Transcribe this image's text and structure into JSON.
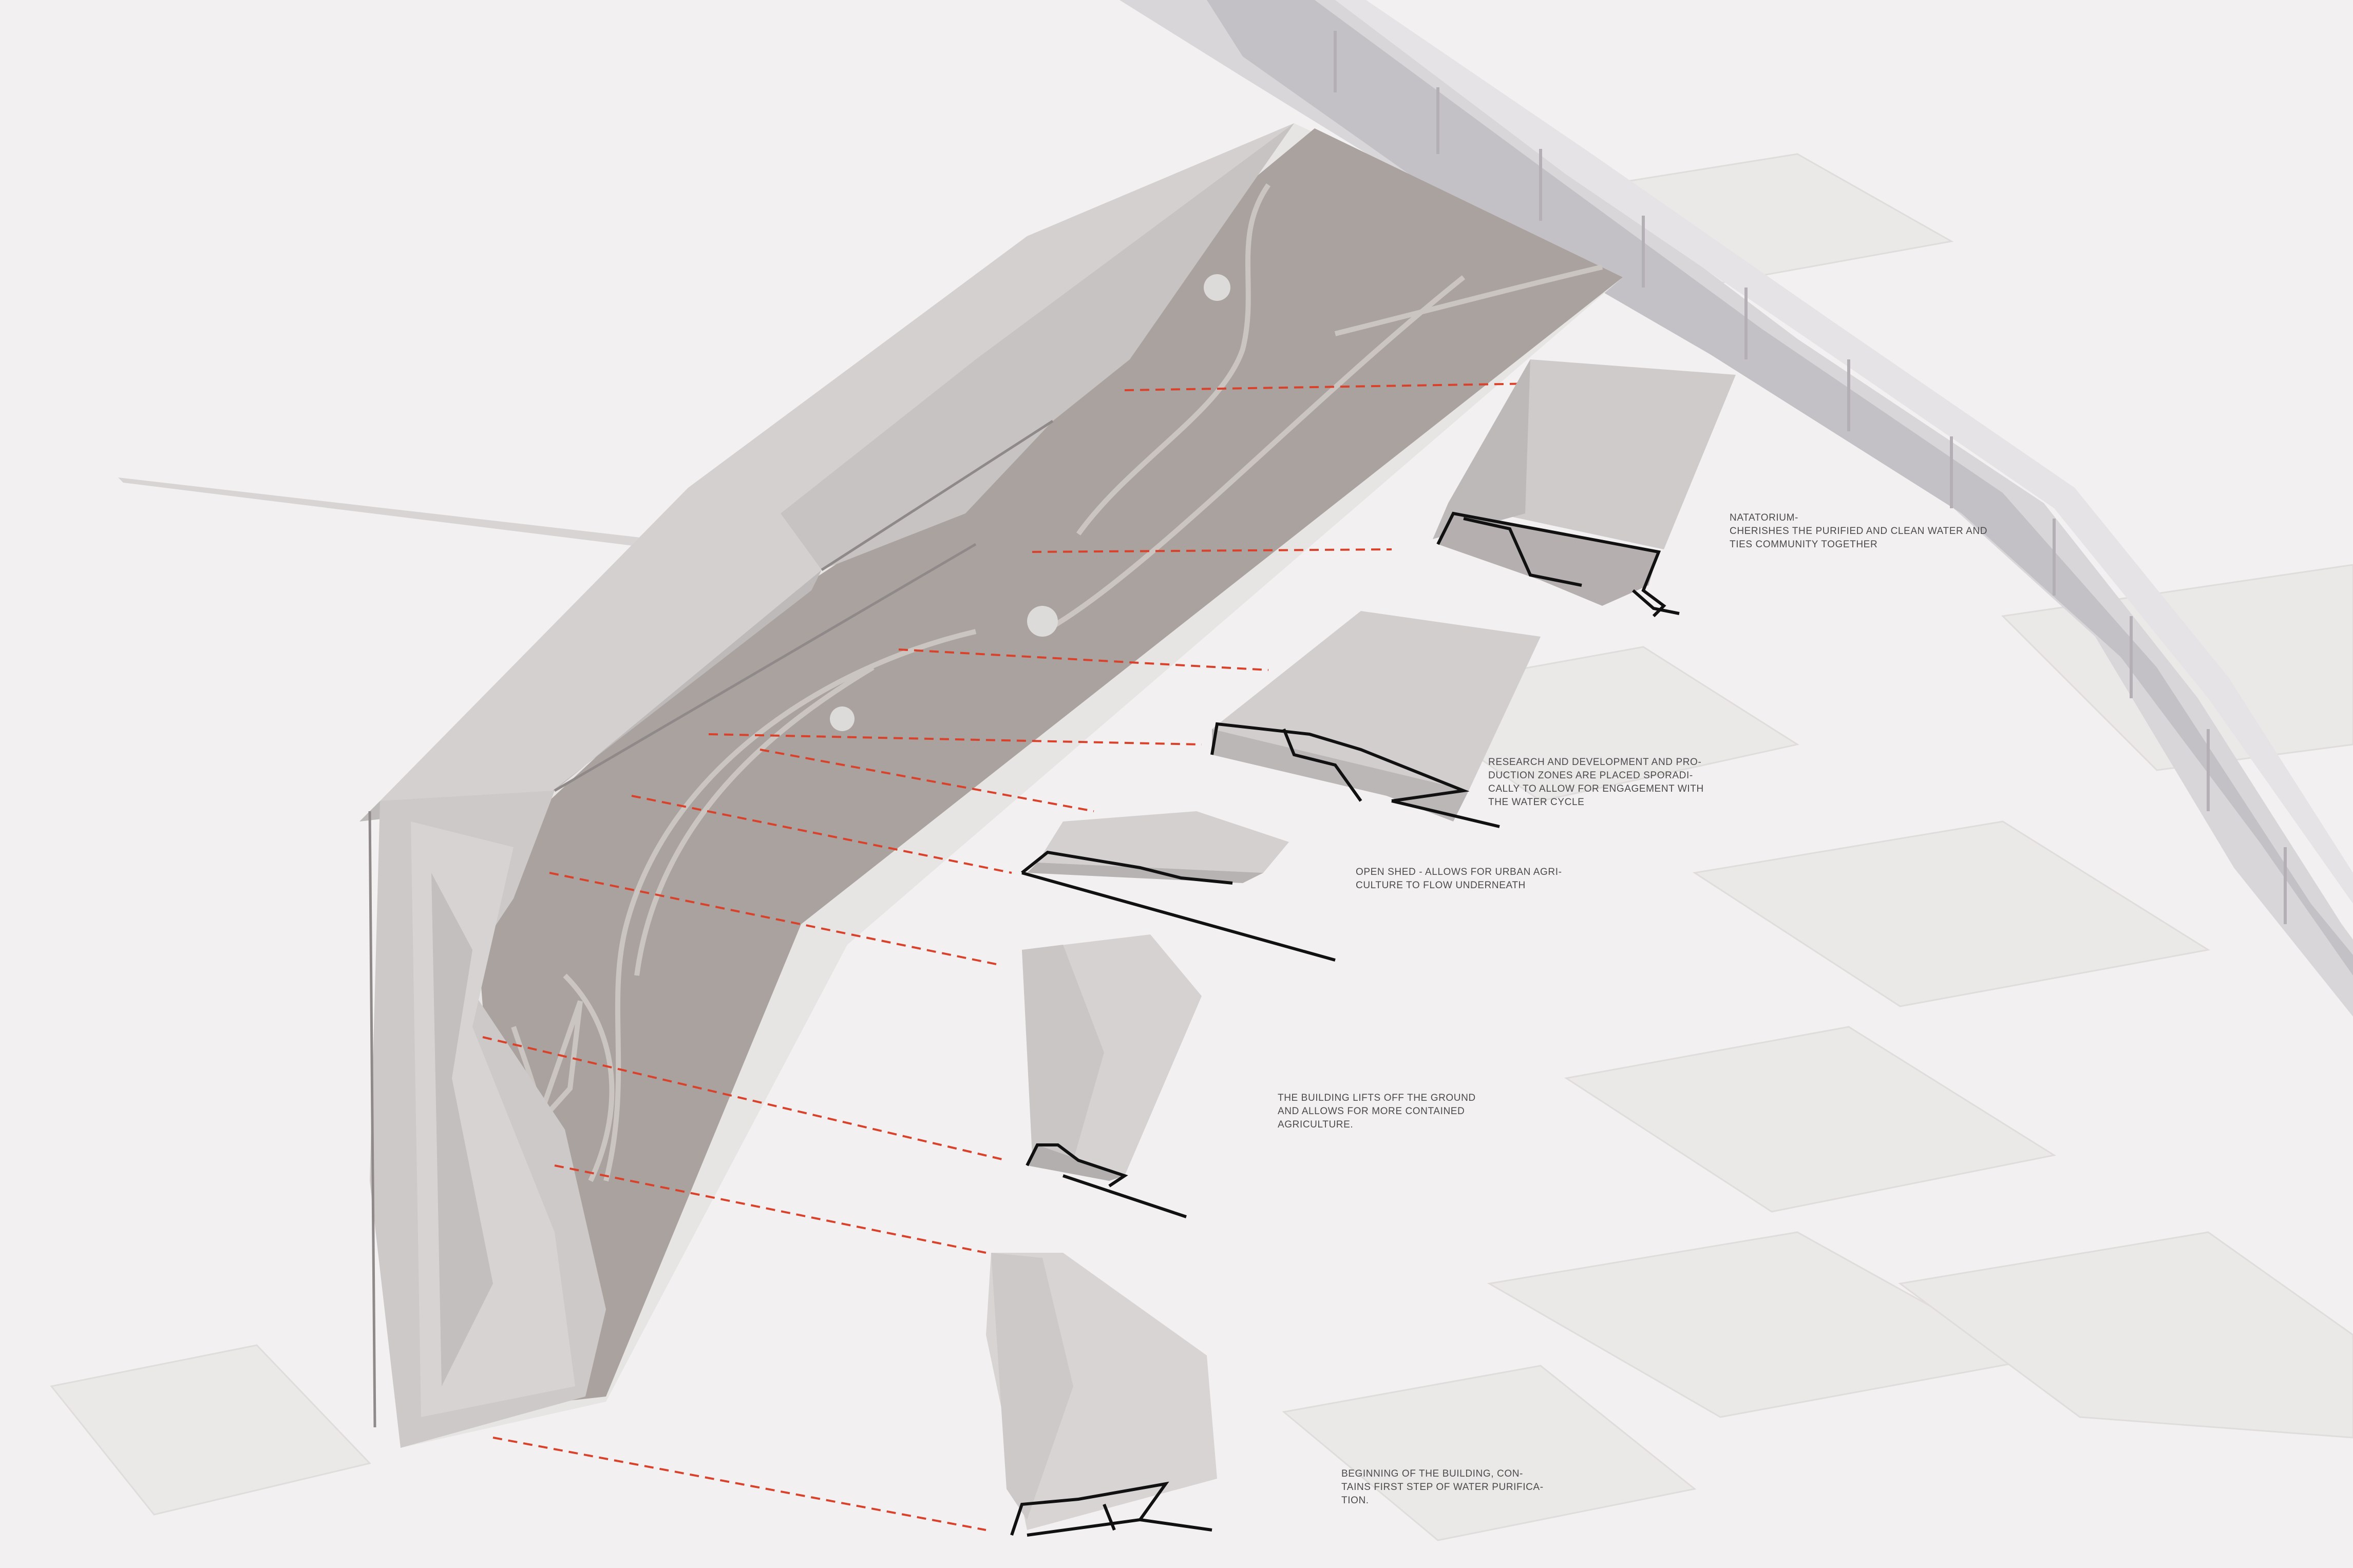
{
  "annotations": [
    {
      "id": "natatorium",
      "text": "NATATORIUM-\nCHERISHES THE PURIFIED AND CLEAN WATER AND\nTIES COMMUNITY TOGETHER"
    },
    {
      "id": "research",
      "text": "RESEARCH AND DEVELOPMENT AND PRO-\nDUCTION ZONES ARE PLACED SPORADI-\nCALLY TO ALLOW FOR ENGAGEMENT WITH\nTHE WATER CYCLE"
    },
    {
      "id": "open-shed",
      "text": "OPEN SHED - ALLOWS FOR URBAN AGRI-\nCULTURE TO FLOW UNDERNEATH"
    },
    {
      "id": "lift",
      "text": "THE BUILDING LIFTS OFF THE GROUND\nAND ALLOWS FOR MORE CONTAINED\nAGRICULTURE."
    },
    {
      "id": "beginning",
      "text": "BEGINNING OF THE BUILDING, CON-\nTAINS FIRST STEP OF WATER PURIFICA-\nTION."
    }
  ],
  "colors": {
    "background": "#f2f0f0",
    "ground": "#e4e1e1",
    "roof": "#c9c5c4",
    "roof_light": "#d6d2d1",
    "courtyard": "#a8a09d",
    "path": "#c9c3c0",
    "leader": "#d9412b",
    "outline": "#111111",
    "bridge": "#d2d0d3"
  }
}
